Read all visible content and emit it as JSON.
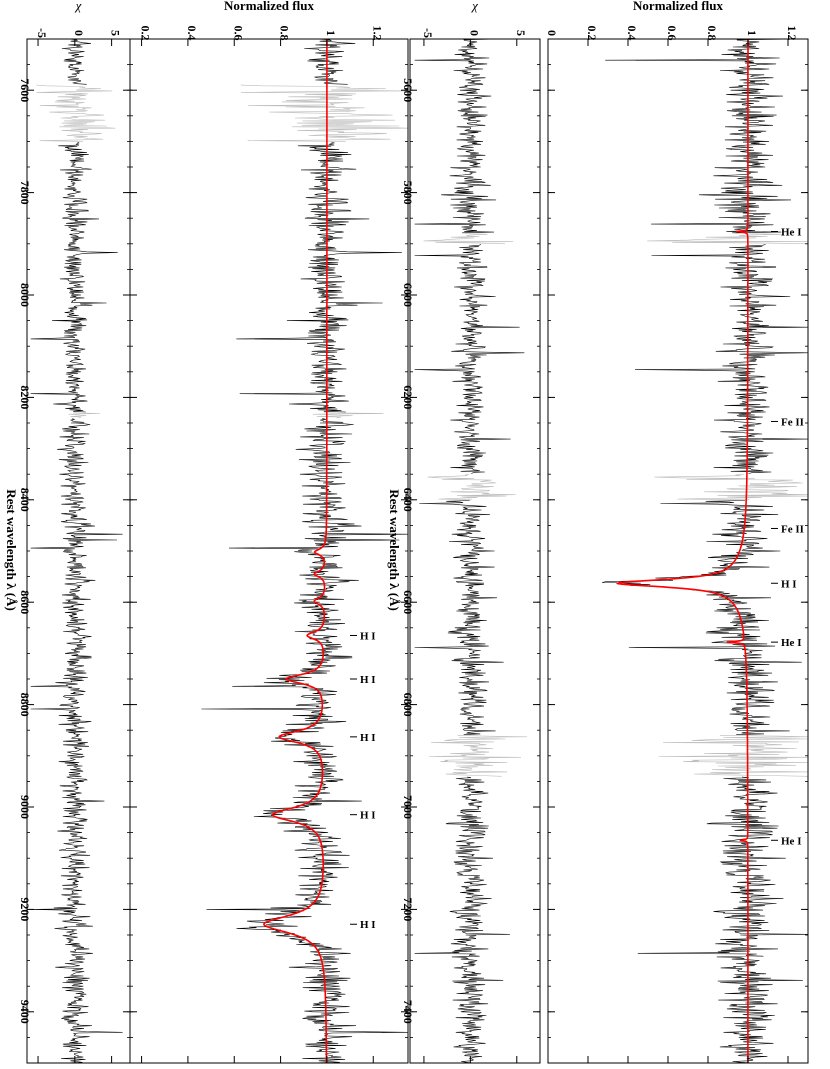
{
  "chart_data": [
    {
      "type": "line",
      "panel": "top",
      "title": "",
      "xlabel": "Rest wavelength λ (Å)",
      "ylabel": "Normalized flux",
      "residual_ylabel": "χ",
      "xlim": [
        5500,
        7500
      ],
      "ylim": [
        0,
        1.3
      ],
      "residual_ylim": [
        -6.5,
        7.5
      ],
      "x_ticks": [
        "5600",
        "5800",
        "6000",
        "6200",
        "6400",
        "6600",
        "6800",
        "7000",
        "7200",
        "7400"
      ],
      "y_ticks": [
        "0",
        "0.2",
        "0.4",
        "0.6",
        "0.8",
        "1",
        "1.2"
      ],
      "residual_ticks": [
        "-5",
        "0",
        "5"
      ],
      "colors": {
        "data": "#000000",
        "masked": "#bbbbbb",
        "model": "#ff0000"
      },
      "masked_ranges": [
        [
          5880,
          5900
        ],
        [
          6350,
          6400
        ],
        [
          6860,
          6940
        ]
      ],
      "continuum_noise": 0.07,
      "model_lines": [
        {
          "center": 5876,
          "depth": 0.06,
          "width": 1.2
        },
        {
          "center": 6563,
          "depth": 0.58,
          "width": 9,
          "wing": 0.07,
          "wing_width": 55
        },
        {
          "center": 6678,
          "depth": 0.09,
          "width": 1.5
        },
        {
          "center": 7065,
          "depth": 0.04,
          "width": 1.2
        }
      ],
      "labels": [
        {
          "text": "He I",
          "x": 5876
        },
        {
          "text": "Fe II",
          "x": 6247
        },
        {
          "text": "Fe II",
          "x": 6456
        },
        {
          "text": "H I",
          "x": 6563
        },
        {
          "text": "He I",
          "x": 6678
        },
        {
          "text": "He I",
          "x": 7065
        }
      ]
    },
    {
      "type": "line",
      "panel": "bottom",
      "title": "",
      "xlabel": "Rest wavelength λ (Å)",
      "ylabel": "Normalized flux",
      "residual_ylabel": "χ",
      "xlim": [
        7500,
        9500
      ],
      "ylim": [
        0.15,
        1.35
      ],
      "residual_ylim": [
        -6.5,
        7.5
      ],
      "x_ticks": [
        "7600",
        "7800",
        "8000",
        "8200",
        "8400",
        "8600",
        "8800",
        "9000",
        "9200",
        "9400"
      ],
      "y_ticks": [
        "0.2",
        "0.4",
        "0.6",
        "0.8",
        "1",
        "1.2"
      ],
      "residual_ticks": [
        "-5",
        "0",
        "5"
      ],
      "colors": {
        "data": "#000000",
        "masked": "#bbbbbb",
        "model": "#ff0000"
      },
      "masked_ranges": [
        [
          7590,
          7700
        ],
        [
          8230,
          8240
        ]
      ],
      "continuum_noise": 0.05,
      "model_lines": [
        {
          "center": 8502,
          "depth": 0.05,
          "width": 7
        },
        {
          "center": 8545,
          "depth": 0.05,
          "width": 7
        },
        {
          "center": 8598,
          "depth": 0.05,
          "width": 8
        },
        {
          "center": 8665,
          "depth": 0.08,
          "width": 9
        },
        {
          "center": 8750,
          "depth": 0.17,
          "width": 11
        },
        {
          "center": 8863,
          "depth": 0.2,
          "width": 14
        },
        {
          "center": 9015,
          "depth": 0.23,
          "width": 17
        },
        {
          "center": 9229,
          "depth": 0.27,
          "width": 21
        }
      ],
      "labels": [
        {
          "text": "H I",
          "x": 8665
        },
        {
          "text": "H I",
          "x": 8750
        },
        {
          "text": "H I",
          "x": 8863
        },
        {
          "text": "H I",
          "x": 9015
        },
        {
          "text": "H I",
          "x": 9229
        }
      ]
    }
  ]
}
